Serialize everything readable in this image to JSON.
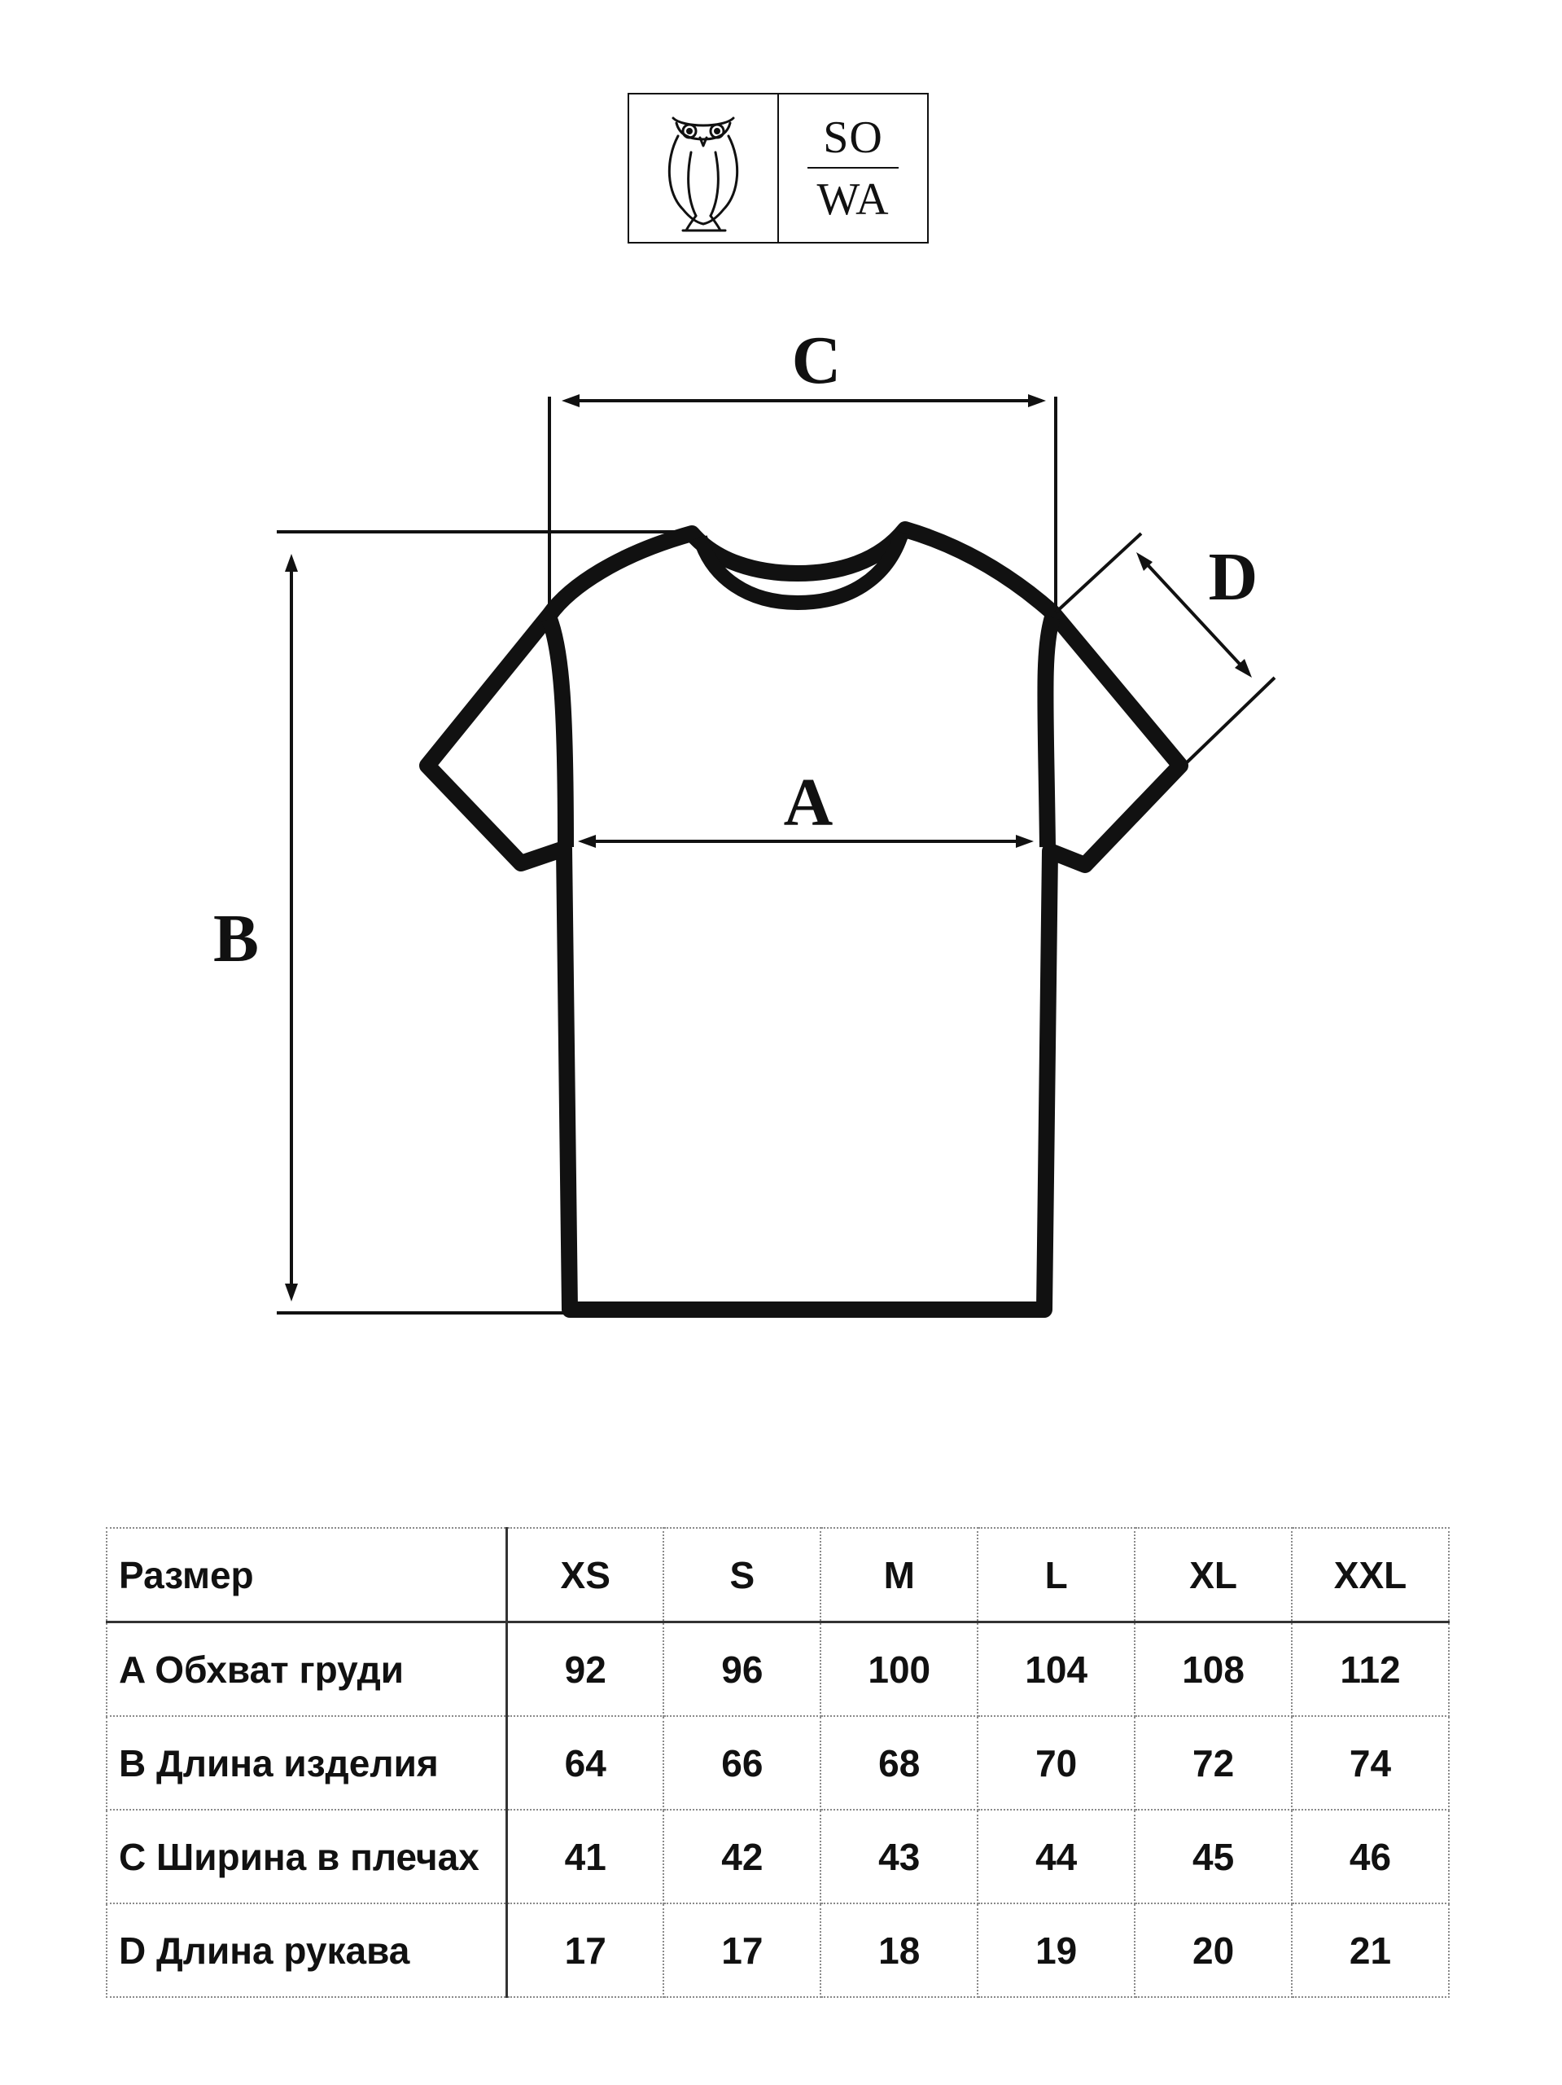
{
  "brand": {
    "logo_line1": "SO",
    "logo_line2": "WA"
  },
  "diagram": {
    "label_a": "A",
    "label_b": "B",
    "label_c": "C",
    "label_d": "D"
  },
  "table": {
    "header_label": "Размер",
    "sizes": [
      "XS",
      "S",
      "M",
      "L",
      "XL",
      "XXL"
    ],
    "rows": [
      {
        "label": "A Обхват груди",
        "values": [
          "92",
          "96",
          "100",
          "104",
          "108",
          "112"
        ]
      },
      {
        "label": "B Длина изделия",
        "values": [
          "64",
          "66",
          "68",
          "70",
          "72",
          "74"
        ]
      },
      {
        "label": "C Ширина в плечах",
        "values": [
          "41",
          "42",
          "43",
          "44",
          "45",
          "46"
        ]
      },
      {
        "label": "D Длина рукава",
        "values": [
          "17",
          "17",
          "18",
          "19",
          "20",
          "21"
        ]
      }
    ]
  }
}
